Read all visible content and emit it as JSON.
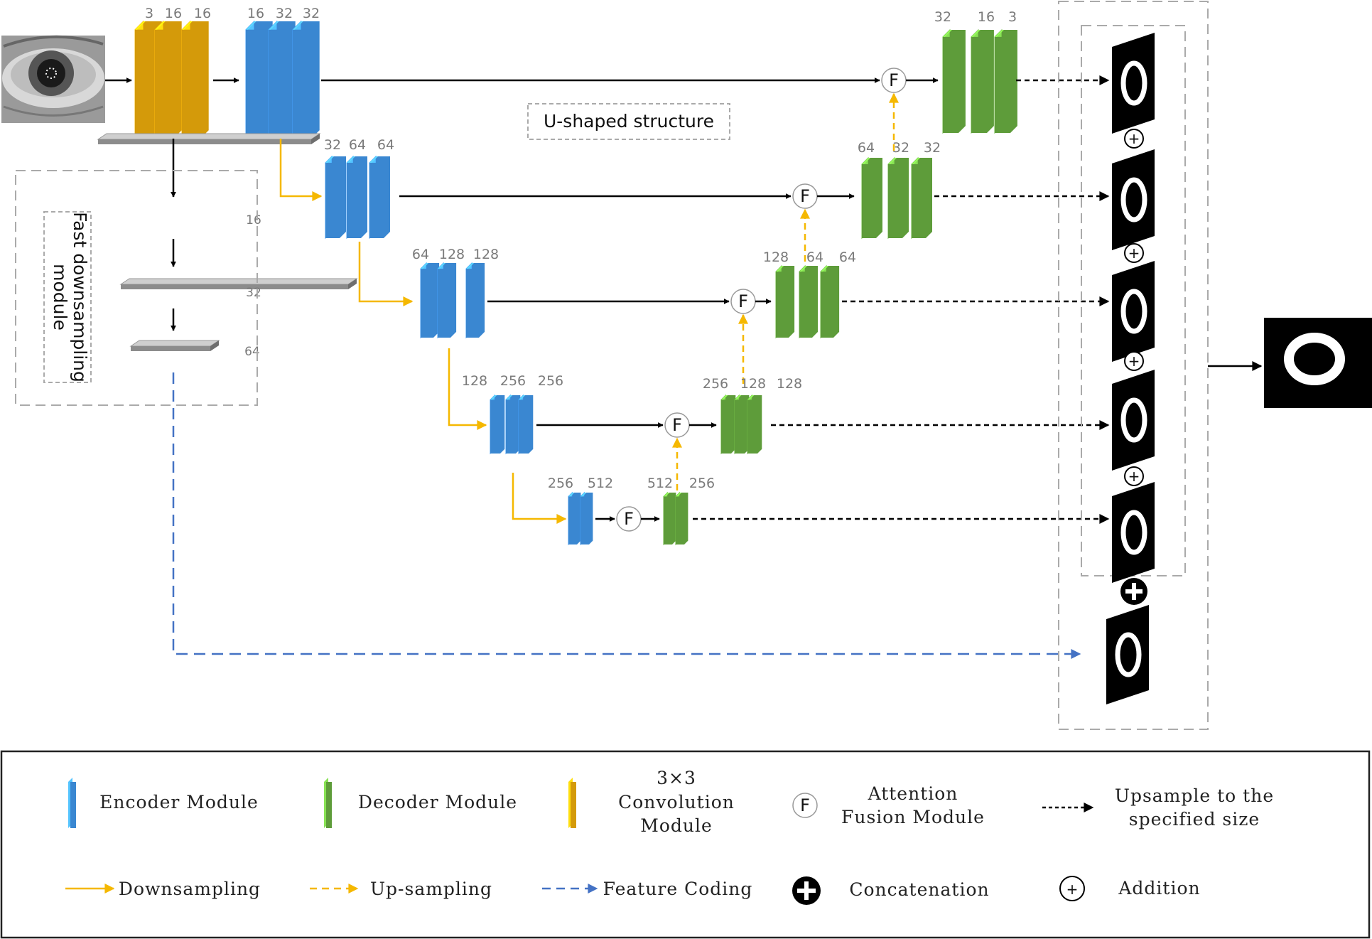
{
  "diagram": {
    "conv_channels": [
      "3",
      "16",
      "16"
    ],
    "enc1_channels": [
      "16",
      "32",
      "32"
    ],
    "enc2_channels": [
      "32",
      "64",
      "64"
    ],
    "enc3_channels": [
      "64",
      "128",
      "128"
    ],
    "enc4_channels": [
      "128",
      "256",
      "256"
    ],
    "enc5_channels": [
      "256",
      "512"
    ],
    "dec5_channels": [
      "512",
      "256"
    ],
    "dec4_channels": [
      "256",
      "128",
      "128"
    ],
    "dec3_channels": [
      "128",
      "64",
      "64"
    ],
    "dec2_channels": [
      "64",
      "32",
      "32"
    ],
    "dec1_channels": [
      "32",
      "16",
      "3"
    ],
    "fast_channels": [
      "16",
      "32",
      "64"
    ],
    "fast_module_label": [
      "Fast downsampling",
      "module"
    ],
    "ushape_label": "U-shaped structure",
    "fusion_symbol": "F"
  },
  "legend": {
    "encoder": "Encoder Module",
    "decoder": "Decoder Module",
    "conv": [
      "3×3",
      "Convolution",
      "Module"
    ],
    "attention": [
      "Attention",
      "Fusion Module"
    ],
    "upsample_size": [
      "Upsample to the",
      "specified size"
    ],
    "downsampling": "Downsampling",
    "upsampling": "Up-sampling",
    "feature_coding": "Feature Coding",
    "concatenation": "Concatenation",
    "addition": "Addition"
  },
  "colors": {
    "encoder": "#3a87d1",
    "decoder": "#5e9c3a",
    "conv": "#d49a0a",
    "downsample_arrow": "#f5b800",
    "feature_coding": "#4472c4",
    "fast_block": "#8c8c8c"
  }
}
